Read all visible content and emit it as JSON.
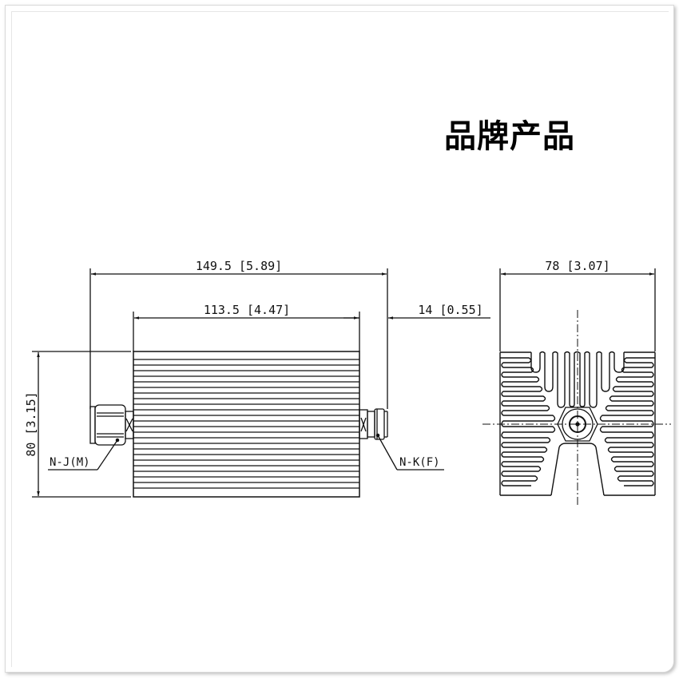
{
  "title": "品牌产品",
  "side_view": {
    "overall_length": "149.5 [5.89]",
    "body_length": "113.5 [4.47]",
    "connector_length": "14 [0.55]",
    "height": "80 [3.15]",
    "left_connector_label": "N-J(M)",
    "right_connector_label": "N-K(F)",
    "fin_count": 17
  },
  "end_view": {
    "width": "78 [3.07]"
  },
  "colors": {
    "line": "#111111",
    "background": "#ffffff"
  }
}
